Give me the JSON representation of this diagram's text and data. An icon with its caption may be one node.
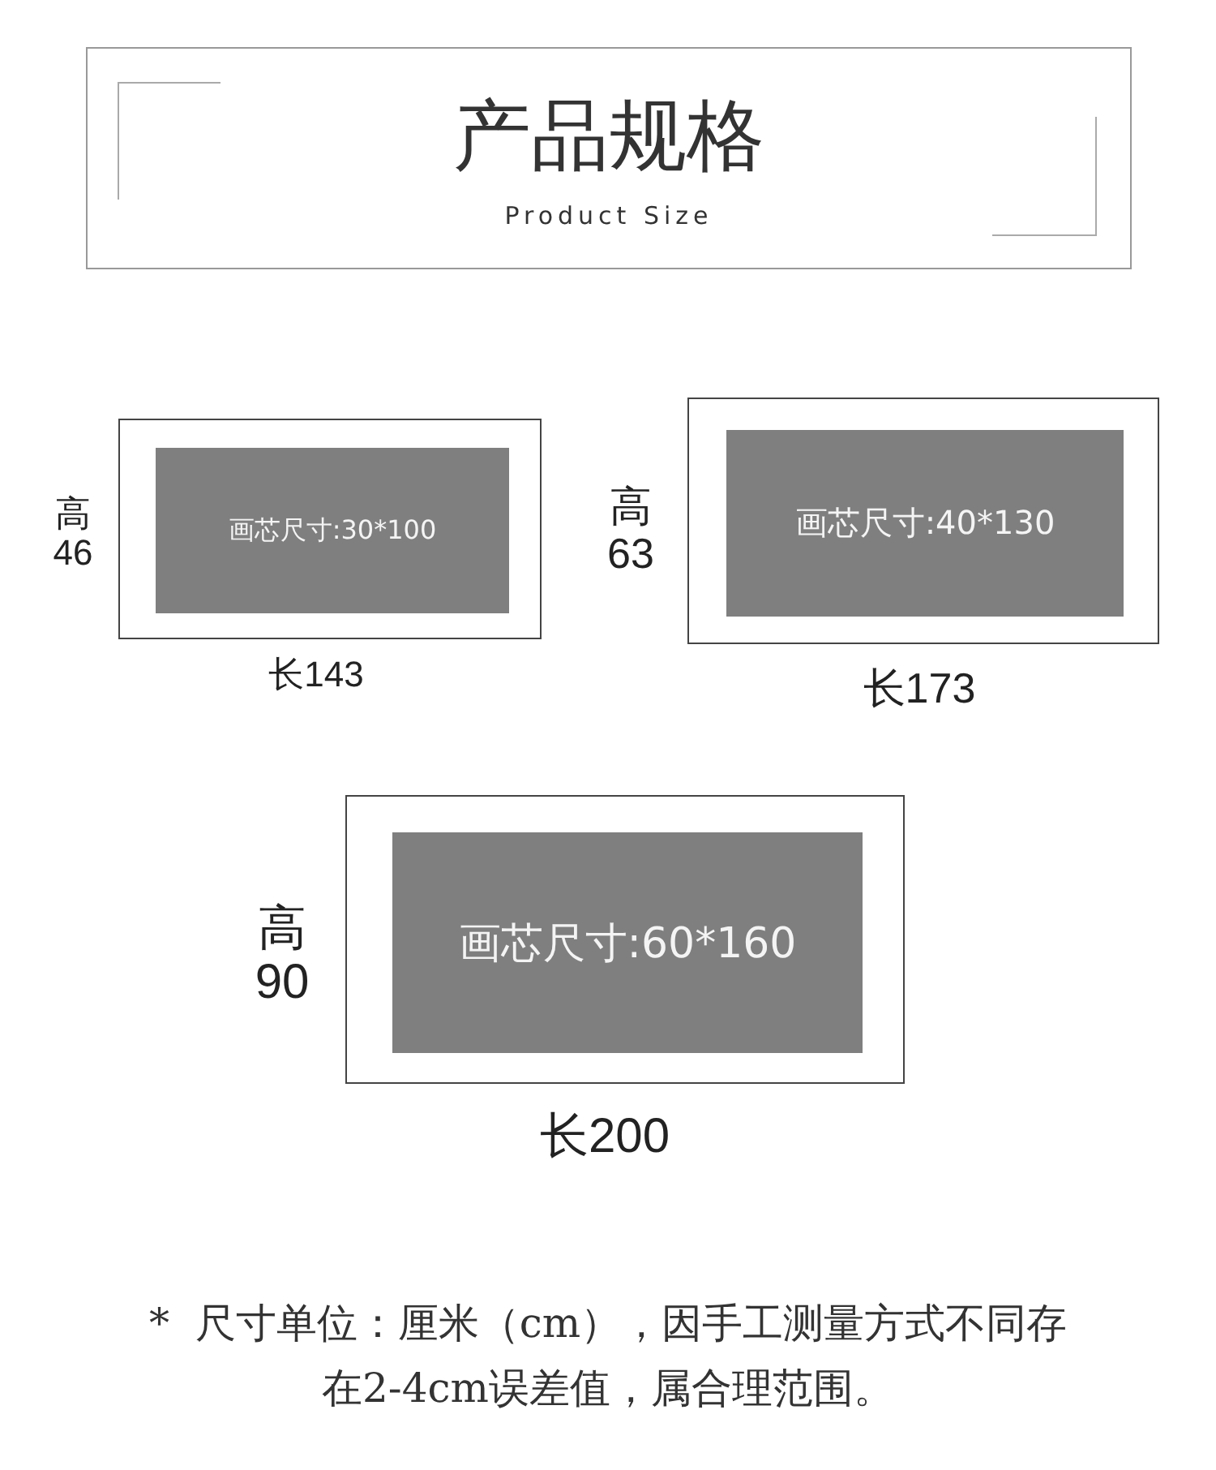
{
  "diagram": {
    "nodes": [
      {
        "text": [
          "产品规格",
          "Product Size"
        ]
      },
      {
        "text": [],
        "shape": "box",
        "beside": [
          "高46",
          "长143"
        ]
      },
      {
        "text": [
          "画芯尺寸:30*100"
        ],
        "in": 1
      },
      {
        "text": [],
        "shape": "box",
        "beside": [
          "高63",
          "长173"
        ]
      },
      {
        "text": [
          "画芯尺寸:40*130"
        ],
        "in": 3
      },
      {
        "text": [],
        "shape": "box",
        "beside": [
          "高90",
          "长200"
        ]
      },
      {
        "text": [
          "画芯尺寸:60*160"
        ],
        "in": 5
      }
    ],
    "labels": [
      "*  尺寸单位：厘米（cm），因手工测量方式不同存在2-4cm误差值，属合理范围。"
    ]
  }
}
